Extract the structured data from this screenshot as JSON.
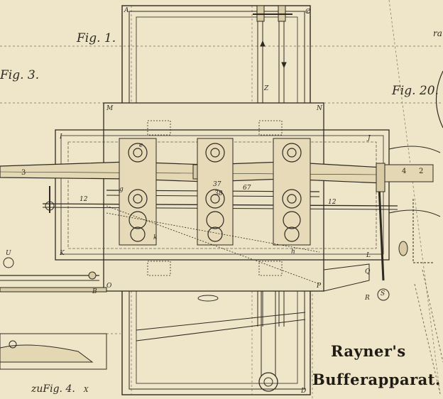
{
  "figures": {
    "fig1": "Fig. 1.",
    "fig3": "Fig. 3.",
    "fig20": "Fig. 20.",
    "fig4": "zuFig. 4."
  },
  "title": {
    "line1": "Rayner's",
    "line2": "Bufferapparat."
  },
  "labels": {
    "A": "A",
    "C": "C",
    "M": "M",
    "N": "N",
    "I": "I",
    "J": "J",
    "K": "K",
    "L": "L",
    "O": "O",
    "P": "P",
    "Q": "Q",
    "R": "R",
    "S": "S",
    "B": "B",
    "D": "D",
    "X": "X",
    "Z": "Z",
    "U": "U",
    "three": "3",
    "four": "4",
    "two": "2",
    "r12": "12",
    "r12b": "12",
    "r37": "37",
    "r38": "38",
    "r67": "67",
    "c": "c",
    "e": "e",
    "k": "k",
    "h": "h",
    "g": "g",
    "ra": "ra"
  },
  "colors": {
    "paper": "#efe5c8",
    "ink": "#2e2a22",
    "shade": "#c9bb94"
  }
}
